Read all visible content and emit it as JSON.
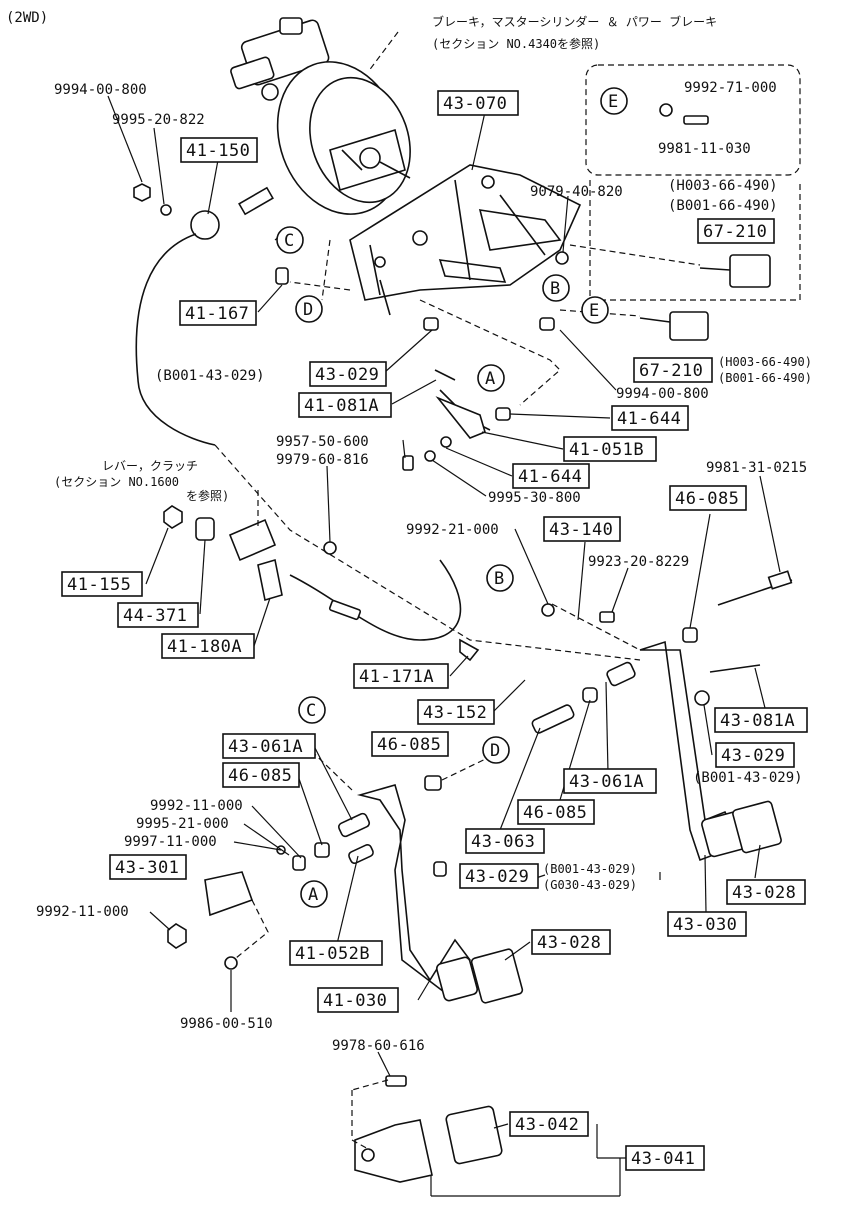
{
  "header": {
    "title": "(2WD)"
  },
  "notes": {
    "brake_ref_1": "ブレーキ，マスターシリンダー ＆ パワー ブレーキ",
    "brake_ref_2": "(セクション NO.4340を参照)",
    "lever_ref_1": "レバー，クラッチ",
    "lever_ref_2": "(セクション NO.1600",
    "lever_ref_3": "を参照)",
    "model_a": "(H003-66-490)",
    "model_b": "(B001-66-490)",
    "alt_43029_a": "(B001-43-029)",
    "alt_43029_b": "(B001-43-029)",
    "alt_43029_c": "(B001-43-029)",
    "alt_43029_d": "(G030-43-029)",
    "alt_67210_a": "(H003-66-490)",
    "alt_67210_b": "(B001-66-490)"
  },
  "boxed_parts": {
    "p43070": "43-070",
    "p41150": "41-150",
    "p41167": "41-167",
    "p67210a": "67-210",
    "p67210b": "67-210",
    "p43029a": "43-029",
    "p41081a": "41-081A",
    "p41644a": "41-644",
    "p41051b": "41-051B",
    "p41644b": "41-644",
    "p46085a": "46-085",
    "p43140": "43-140",
    "p41155": "41-155",
    "p44371": "44-371",
    "p41180a": "41-180A",
    "p41171a": "41-171A",
    "p43152": "43-152",
    "p43081a": "43-081A",
    "p43029b": "43-029",
    "p43061aL": "43-061A",
    "p46085b": "46-085",
    "p46085c": "46-085",
    "p43061aR": "43-061A",
    "p46085d": "46-085",
    "p43063": "43-063",
    "p43301": "43-301",
    "p43029c": "43-029",
    "p41052b": "41-052B",
    "p43028a": "43-028",
    "p43028b": "43-028",
    "p43030": "43-030",
    "p41030": "41-030",
    "p43042": "43-042",
    "p43041": "43-041"
  },
  "part_numbers": {
    "n99940800a": "9994-00-800",
    "n9995822": "9995-20-822",
    "n999271": "9992-71-000",
    "n998111": "9981-11-030",
    "n907940": "9079-40-820",
    "n99940800b": "9994-00-800",
    "n995750": "9957-50-600",
    "n997960": "9979-60-816",
    "n999530": "9995-30-800",
    "n998131": "9981-31-0215",
    "n999221": "9992-21-000",
    "n992320": "9923-20-8229",
    "n999211a": "9992-11-000",
    "n999521": "9995-21-000",
    "n999711": "9997-11-000",
    "n999211b": "9992-11-000",
    "n998600": "9986-00-510",
    "n997860": "9978-60-616"
  },
  "callouts": {
    "A": "A",
    "B": "B",
    "C": "C",
    "D": "D",
    "E": "E"
  },
  "colors": {
    "ink": "#111111",
    "paper": "#ffffff"
  }
}
